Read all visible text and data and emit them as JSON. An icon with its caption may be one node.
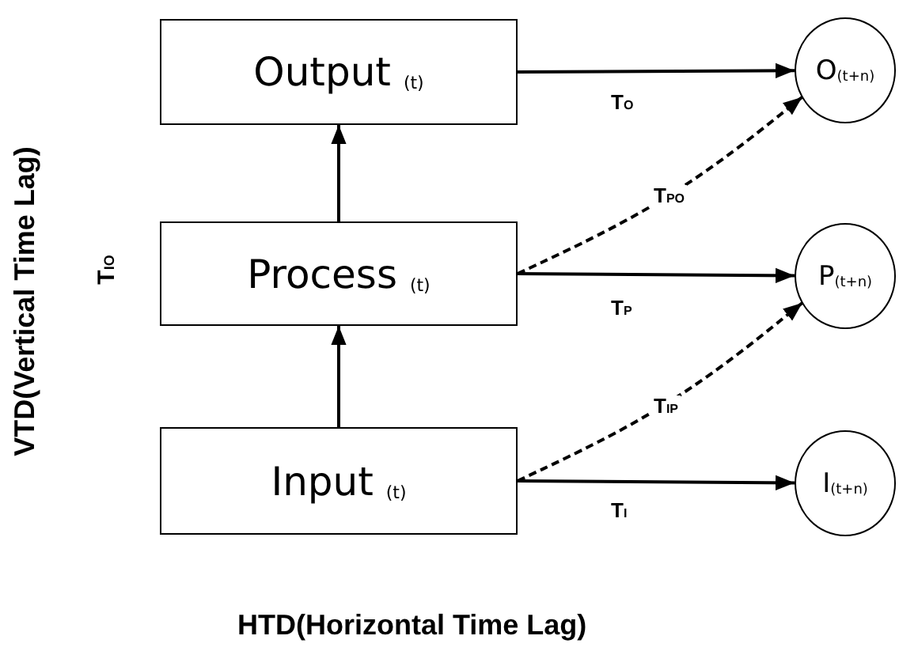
{
  "diagram": {
    "nodes": [
      {
        "text": [
          "Output $_{(t)}$"
        ]
      },
      {
        "text": [
          "Process $_{(t)}$"
        ]
      },
      {
        "text": [
          "Input $_{(t)}$"
        ]
      },
      {
        "text": [
          "O$_{(t+n)}$"
        ]
      },
      {
        "text": [
          "P$_{(t+n)}$"
        ]
      },
      {
        "text": [
          "I$_{(t+n)}$"
        ]
      }
    ],
    "edges": [
      {
        "from": 1,
        "to": 0,
        "arrow": "to"
      },
      {
        "from": 2,
        "to": 1,
        "arrow": "to"
      },
      {
        "from": 0,
        "to": 3,
        "arrow": "to",
        "label": "T$_{O}$"
      },
      {
        "from": 1,
        "to": 3,
        "arrow": "to",
        "label": "T$_{PO}$",
        "style": "dashed"
      },
      {
        "from": 1,
        "to": 4,
        "arrow": "to",
        "label": "T$_{P}$"
      },
      {
        "from": 2,
        "to": 4,
        "arrow": "to",
        "label": "T$_{IP}$",
        "style": "dashed"
      },
      {
        "from": 2,
        "to": 5,
        "arrow": "to",
        "label": "T$_{I}$"
      }
    ],
    "labels": [
      "T$_{IO}$",
      "VTD(Vertical Time Lag)",
      "HTD(Horizontal Time Lag)"
    ]
  }
}
